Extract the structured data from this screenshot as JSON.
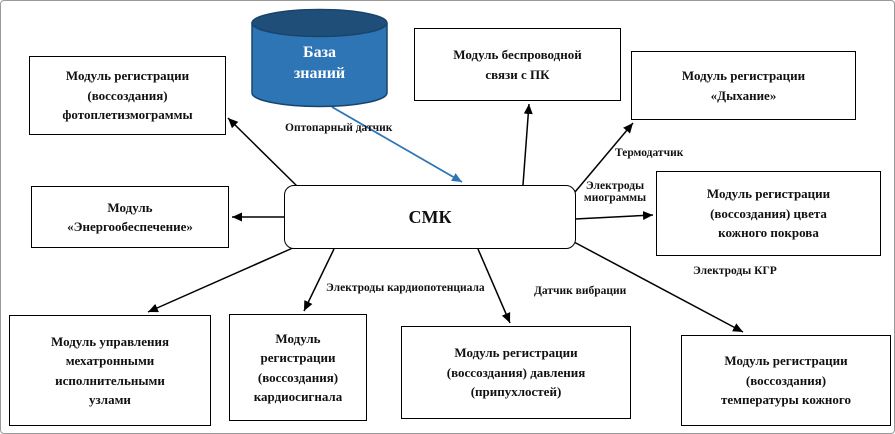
{
  "center": {
    "label": "СМК"
  },
  "knowledge_base": {
    "label": "База\nзнаний"
  },
  "modules": {
    "photoplethysmogram": "Модуль регистрации\n(воссоздания)\nфотоплетизмограммы",
    "wireless": "Модуль беспроводной\nсвязи с ПК",
    "breathing": "Модуль регистрации\n«Дыхание»",
    "power": "Модуль\n«Энергообеспечение»",
    "skin_color": "Модуль регистрации\n(воссоздания) цвета\nкожного покрова",
    "mechatronic": "Модуль управления\nмехатронными\nисполнительными\nузлами",
    "cardiosignal": "Модуль\nрегистрации\n(воссоздания)\nкардиосигнала",
    "pressure": "Модуль регистрации\n(воссоздания) давления\n(припухлостей)",
    "temperature": "Модуль регистрации\n(воссоздания)\nтемпературы кожного"
  },
  "sensor_labels": {
    "optopair": "Оптопарный датчик",
    "thermo": "Термодатчик",
    "myogram": "Электроды\nмиограммы",
    "kgr": "Электроды КГР",
    "cardio": "Электроды кардиопотенциала",
    "vibration": "Датчик вибрации"
  },
  "colors": {
    "cylinder_body": "#2E75B6",
    "cylinder_top": "#1F4E79",
    "arrow_blue": "#2E75B6",
    "arrow_black": "#000000"
  }
}
